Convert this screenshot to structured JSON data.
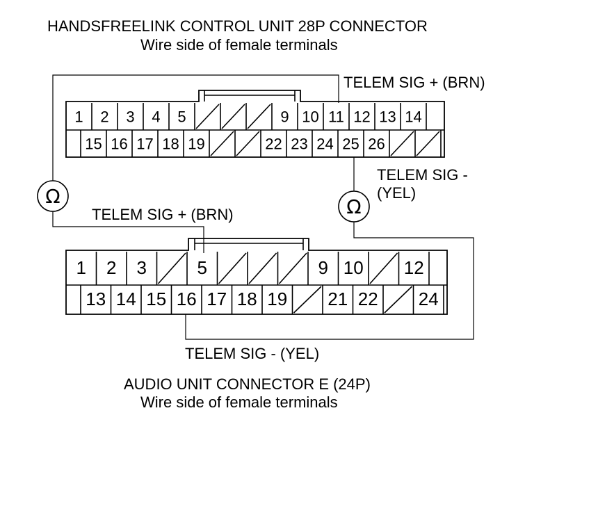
{
  "top_connector": {
    "title": "HANDSFREELINK CONTROL UNIT 28P CONNECTOR",
    "subtitle": "Wire side of female terminals",
    "row1": [
      "1",
      "2",
      "3",
      "4",
      "5",
      "",
      "",
      "",
      "9",
      "10",
      "11",
      "12",
      "13",
      "14"
    ],
    "row2": [
      "15",
      "16",
      "17",
      "18",
      "19",
      "",
      "",
      "22",
      "23",
      "24",
      "25",
      "26",
      "",
      ""
    ]
  },
  "bottom_connector": {
    "title": "AUDIO UNIT CONNECTOR E (24P)",
    "subtitle": "Wire side of female terminals",
    "row1": [
      "1",
      "2",
      "3",
      "",
      "5",
      "",
      "",
      "",
      "9",
      "10",
      "",
      "12"
    ],
    "row2": [
      "13",
      "14",
      "15",
      "16",
      "17",
      "18",
      "19",
      "",
      "21",
      "22",
      "",
      "24"
    ]
  },
  "labels": {
    "top_sig_plus": "TELEM SIG +  (BRN)",
    "top_sig_minus": "TELEM SIG -",
    "top_sig_minus_color": "(YEL)",
    "bottom_sig_plus": "TELEM SIG +  (BRN)",
    "bottom_sig_minus": "TELEM SIG -   (YEL)"
  },
  "meters": {
    "left_symbol": "Ω",
    "right_symbol": "Ω",
    "icon": "ohmmeter-icon"
  }
}
